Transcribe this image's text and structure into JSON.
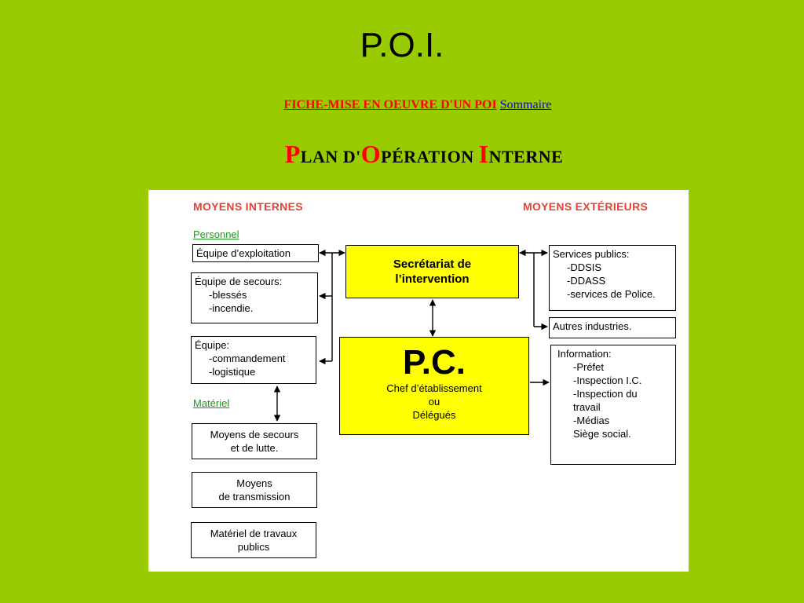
{
  "page": {
    "title": "P.O.I.",
    "subtitle_red": "FICHE-MISE EN OEUVRE D'UN POI",
    "subtitle_link": "Sommaire",
    "heading": {
      "p_cap": "P",
      "p_rest": "LAN D'",
      "o_cap": "O",
      "o_rest": "PÉRATION ",
      "i_cap": "I",
      "i_rest": "NTERNE"
    }
  },
  "colors": {
    "background": "#99cc00",
    "red": "#ff0000",
    "section_red": "#e34234",
    "group_green": "#1a9a1a",
    "yellow": "#ffff00"
  },
  "diagram": {
    "internal_label": "MOYENS INTERNES",
    "external_label": "MOYENS EXTÉRIEURS",
    "personnel_label": "Personnel",
    "materiel_label": "Matériel",
    "box_exploitation": "Équipe d’exploitation",
    "box_secours": [
      "Équipe de secours:",
      "-blessés",
      "-incendie."
    ],
    "box_equipe": [
      "Équipe:",
      "-commandement",
      "-logistique"
    ],
    "box_moyens_secours": [
      "Moyens de secours",
      "et de lutte."
    ],
    "box_transmission": [
      "Moyens",
      "de transmission"
    ],
    "box_travaux": [
      "Matériel de travaux",
      "publics"
    ],
    "secretariat": [
      "Secrétariat de",
      "l’intervention"
    ],
    "pc_title": "P.C.",
    "pc_lines": [
      "Chef d’établissement",
      "ou",
      "Délégués"
    ],
    "services_publics": [
      "Services publics:",
      "-DDSIS",
      "-DDASS",
      "-services de Police."
    ],
    "autres_industries": "Autres industries.",
    "information": [
      "Information:",
      "-Préfet",
      "-Inspection I.C.",
      "-Inspection du",
      "travail",
      "-Médias",
      "Siège social."
    ]
  }
}
